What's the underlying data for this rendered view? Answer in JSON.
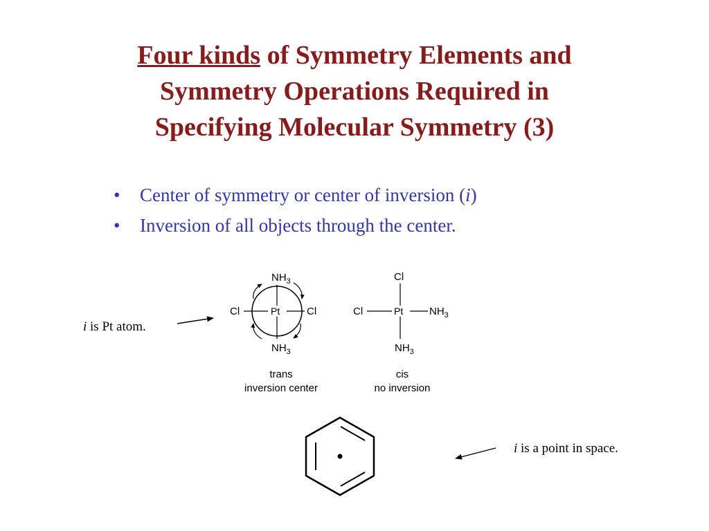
{
  "slide": {
    "title_underlined": "Four kinds",
    "title_rest_1": " of Symmetry Elements and",
    "title_line_2": "Symmetry Operations Required in",
    "title_line_3": "Specifying Molecular Symmetry (3)",
    "bullets": [
      {
        "text": "Center of symmetry or center of inversion (",
        "italic": "i",
        "tail": ")"
      },
      {
        "text": "Inversion of all objects through the center.",
        "italic": "",
        "tail": ""
      }
    ],
    "bullet_glyph": "•"
  },
  "notes": {
    "pt_italic": "i",
    "pt_text": " is Pt atom.",
    "space_italic": "i",
    "space_text": " is a point in space."
  },
  "trans": {
    "top": "NH",
    "top_sub": "3",
    "bottom": "NH",
    "bottom_sub": "3",
    "left": "Cl",
    "right": "Cl",
    "center": "Pt",
    "caption_1": "trans",
    "caption_2": "inversion center"
  },
  "cis": {
    "top": "Cl",
    "left": "Cl",
    "right": "NH",
    "right_sub": "3",
    "bottom": "NH",
    "bottom_sub": "3",
    "center": "Pt",
    "caption_1": "cis",
    "caption_2": "no inversion"
  },
  "colors": {
    "title": "#8b1a1a",
    "bullets": "#3333bb",
    "diagram": "#000000"
  }
}
